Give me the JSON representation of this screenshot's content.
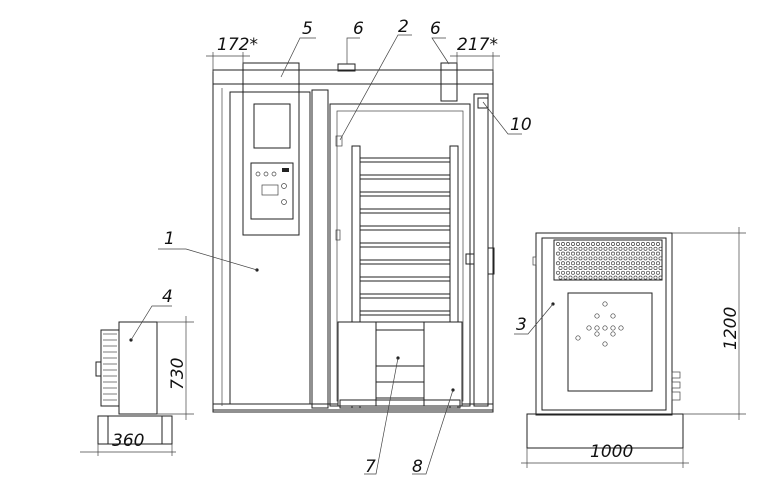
{
  "dimensions": {
    "left_overhang": "172*",
    "right_overhang": "217*",
    "aux_height": "730",
    "aux_width": "360",
    "unit_height": "1200",
    "unit_width": "1000"
  },
  "callouts": {
    "c1": "1",
    "c2": "2",
    "c3": "3",
    "c4": "4",
    "c5": "5",
    "c6a": "6",
    "c6b": "6",
    "c7": "7",
    "c8": "8",
    "c10": "10"
  }
}
